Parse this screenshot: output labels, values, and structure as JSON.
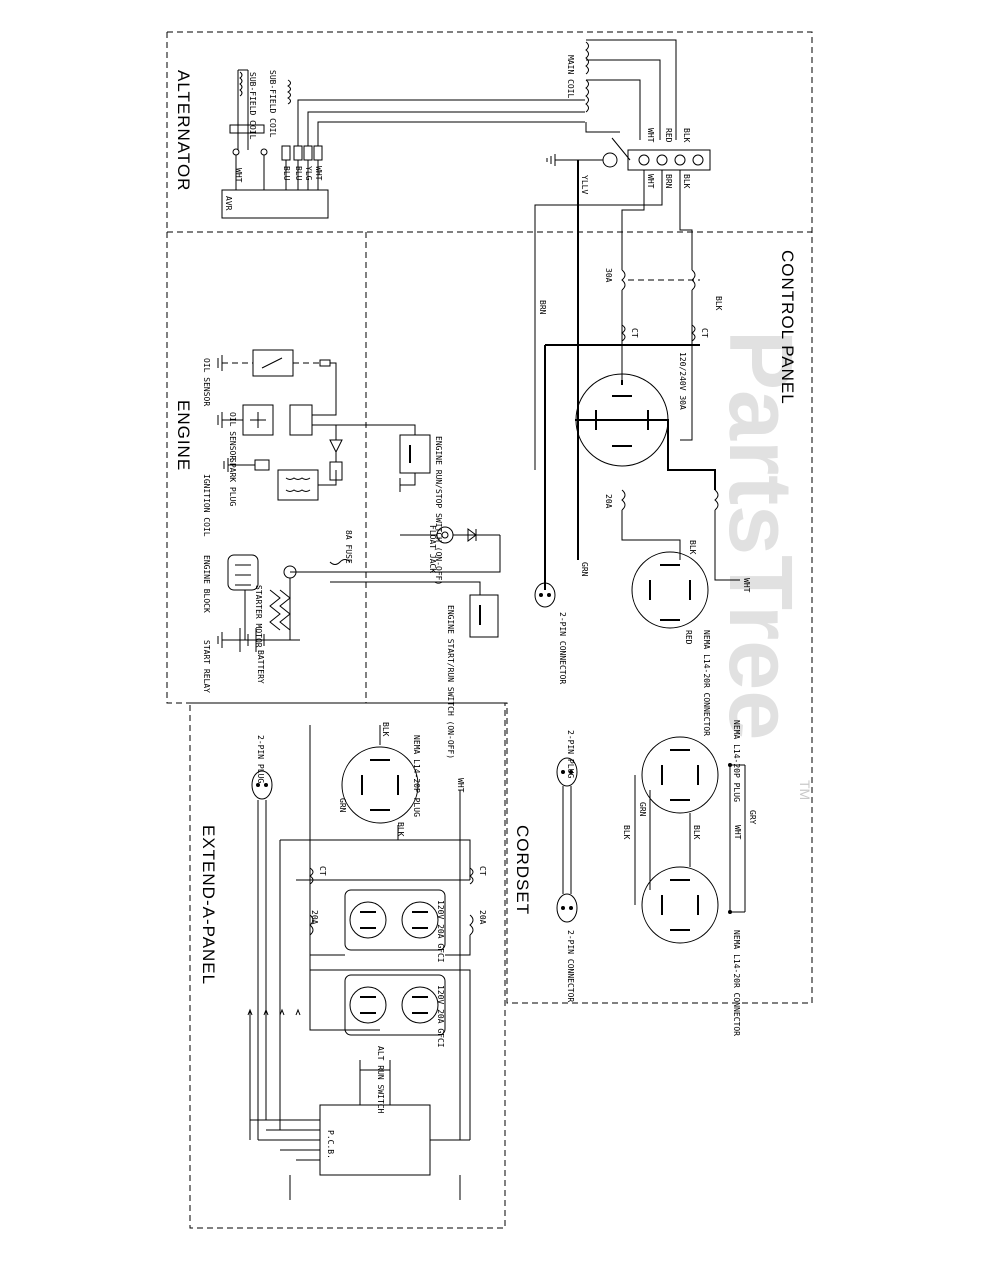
{
  "sections": {
    "alternator": "ALTERNATOR",
    "engine": "ENGINE",
    "control_panel": "CONTROL PANEL",
    "extend_a_panel": "EXTEND-A-PANEL",
    "cordset": "CORDSET"
  },
  "alternator": {
    "sub_field_coil": "SUB-FIELD COIL",
    "sub_field_coil_2": "SUB-FIELD COIL",
    "main_coil": "MAIN COIL",
    "avr": "AVR",
    "wire_wht": "WHT",
    "wire_blu": "BLU",
    "wire_blu2": "BLU",
    "wire_ylg": "YLG",
    "wire_wht2": "WHT",
    "wire_red": "RED",
    "wire_blk": "BLK",
    "wire_brn": "BRN",
    "wire_yllv": "YLLV",
    "wire_blk2": "BLK"
  },
  "control_panel": {
    "breaker_30a": "30A",
    "breaker_20a": "20A",
    "ct_1": "CT",
    "ct_2": "CT",
    "outlet_120_240": "120/240V 30A",
    "wire_brn": "BRN",
    "wire_blk": "BLK",
    "wire_grn": "GRN",
    "wire_blk2": "BLK",
    "wire_wht": "WHT",
    "wire_red": "RED",
    "nema_connector": "NEMA L14-20R CONNECTOR",
    "pin_connector": "2-PIN CONNECTOR"
  },
  "engine": {
    "oil_sensor_1": "OIL SENSOR",
    "oil_sensor_2": "OIL SENSOR",
    "spark_plug": "SPARK PLUG",
    "ignition_coil": "IGNITION COIL",
    "run_stop_switch": "ENGINE RUN/STOP SWITCH (ON-OFF)",
    "float_jack": "FLOAT JACK",
    "fuse": "8A FUSE",
    "start_run_switch": "ENGINE START/RUN SWITCH (ON-OFF)",
    "engine_block": "ENGINE BLOCK",
    "starter_motor": "STARTER MOTOR",
    "start_relay": "START RELAY",
    "battery": "BATTERY"
  },
  "extend_a_panel": {
    "nema_plug": "NEMA L14-20P PLUG",
    "pin_plug": "2-PIN PLUG",
    "wire_blk": "BLK",
    "wire_grn": "GRN",
    "wire_wht": "WHT",
    "wire_blk2": "BLK",
    "ct_1": "CT",
    "ct_2": "CT",
    "breaker_1": "20A",
    "breaker_2": "20A",
    "gfci_1": "120V 20A GFCI",
    "gfci_2": "120V 20A GFCI",
    "switch_label": "ALT RUN SWITCH",
    "pcb": "P.C.B."
  },
  "cordset": {
    "pin_plug": "2-PIN PLUG",
    "pin_connector": "2-PIN CONNECTOR",
    "nema_plug": "NEMA L14-20P PLUG",
    "nema_connector": "NEMA L14-20R CONNECTOR",
    "wire_blk": "BLK",
    "wire_grn": "GRN",
    "wire_wht": "WHT",
    "wire_gry": "GRY"
  },
  "watermark": {
    "text": "PartsTree",
    "tm": "TM"
  }
}
